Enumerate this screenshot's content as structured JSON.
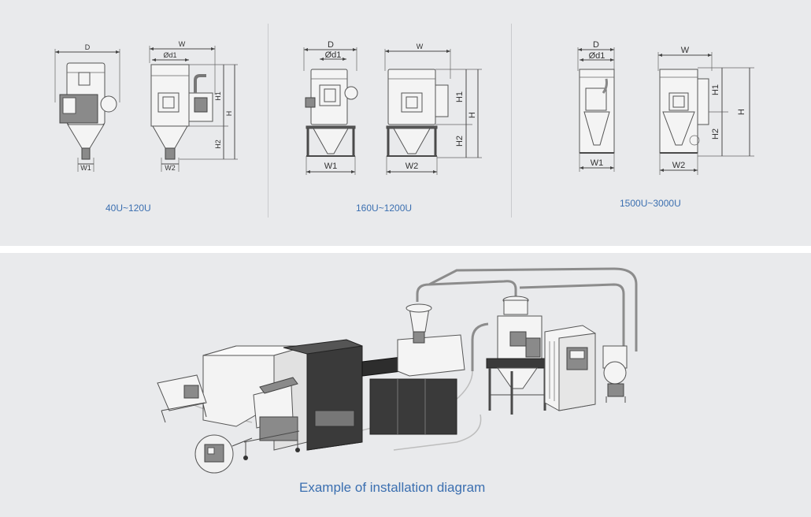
{
  "models": [
    {
      "caption": "40U~120U",
      "labels": {
        "d": "D",
        "w": "W",
        "phi_d1": "Ød1",
        "h": "H",
        "h1": "H1",
        "h2": "H2",
        "w1": "W1",
        "w2": "W2"
      }
    },
    {
      "caption": "160U~1200U",
      "labels": {
        "d": "D",
        "w": "W",
        "phi_d1": "Ød1",
        "h": "H",
        "h1": "H1",
        "h2": "H2",
        "w1": "W1",
        "w2": "W2"
      }
    },
    {
      "caption": "1500U~3000U",
      "labels": {
        "d": "D",
        "w": "W",
        "phi_d1": "Ød1",
        "h": "H",
        "h1": "H1",
        "h2": "H2",
        "w1": "W1",
        "w2": "W2"
      }
    }
  ],
  "installation": {
    "caption": "Example of installation diagram"
  },
  "colors": {
    "panel_bg": "#e9eaec",
    "caption_blue": "#3b6fb0",
    "line": "#4a4a4a"
  }
}
